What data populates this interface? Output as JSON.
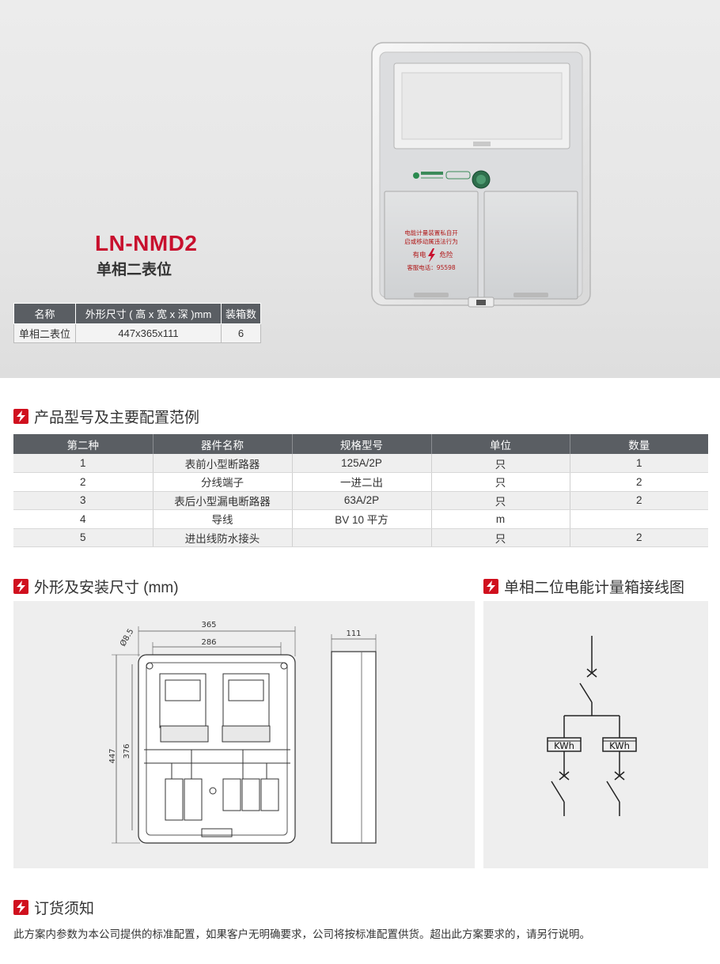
{
  "hero": {
    "model": "LN-NMD2",
    "subtitle": "单相二表位",
    "spec_headers": [
      "名称",
      "外形尺寸 ( 高 x 宽 x 深 )mm",
      "装箱数"
    ],
    "spec_row": [
      "单相二表位",
      "447x365x111",
      "6"
    ],
    "box_warning": [
      "电能计量装置私自开",
      "启或移动属违法行为",
      "有电",
      "危险",
      "客服电话：95598"
    ]
  },
  "config": {
    "title": "产品型号及主要配置范例",
    "headers": [
      "第二种",
      "器件名称",
      "规格型号",
      "单位",
      "数量"
    ],
    "rows": [
      [
        "1",
        "表前小型断路器",
        "125A/2P",
        "只",
        "1"
      ],
      [
        "2",
        "分线端子",
        "一进二出",
        "只",
        "2"
      ],
      [
        "3",
        "表后小型漏电断路器",
        "63A/2P",
        "只",
        "2"
      ],
      [
        "4",
        "导线",
        "BV 10 平方",
        "m",
        ""
      ],
      [
        "5",
        "进出线防水接头",
        "",
        "只",
        "2"
      ]
    ]
  },
  "dimensions": {
    "title": "外形及安装尺寸 (mm)",
    "width_outer": "365",
    "width_inner": "286",
    "hole": "Ø8.5",
    "height_outer": "447",
    "height_inner": "376",
    "depth": "111"
  },
  "wiring": {
    "title": "单相二位电能计量箱接线图",
    "meter_label": "KWh"
  },
  "order": {
    "title": "订货须知",
    "text": "此方案内参数为本公司提供的标准配置，如果客户无明确要求，公司将按标准配置供货。超出此方案要求的，请另行说明。"
  }
}
